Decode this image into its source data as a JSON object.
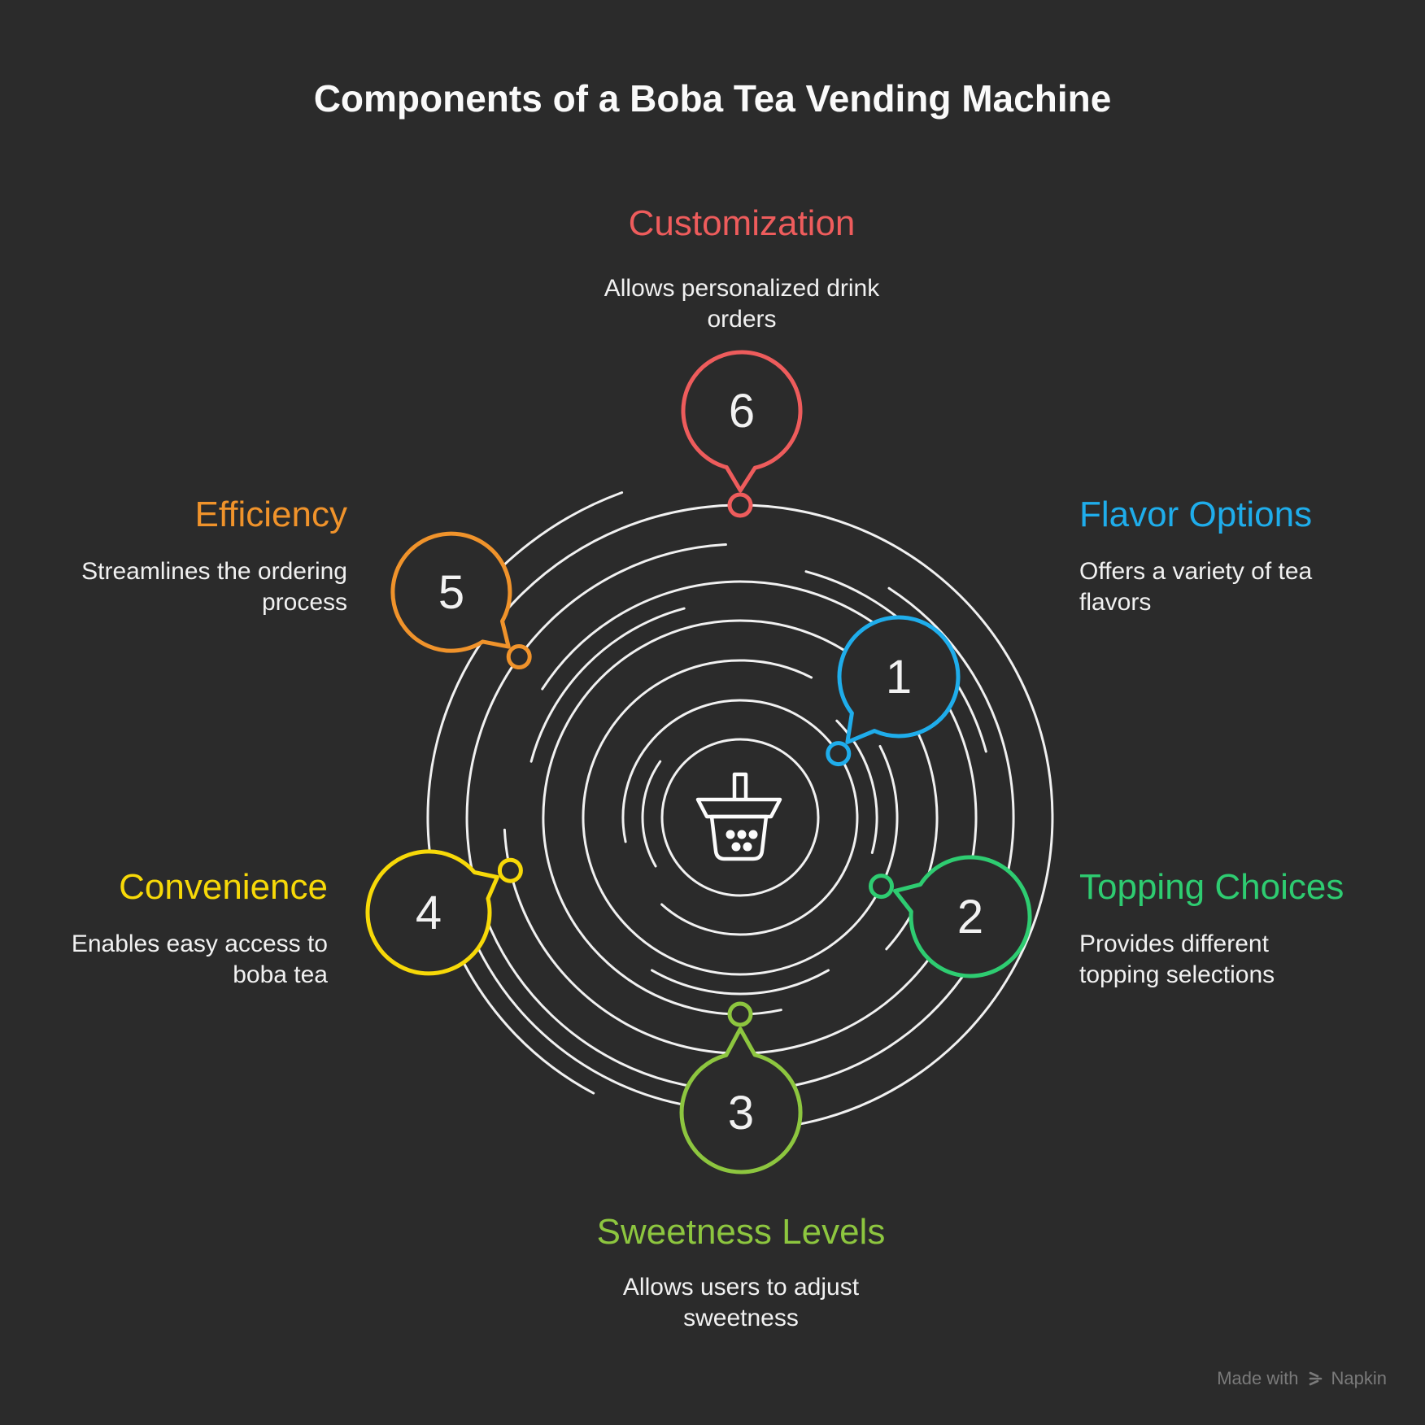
{
  "page": {
    "background_color": "#2b2b2b",
    "title": "Components of a Boba Tea Vending Machine",
    "line_color": "#FCFCFC",
    "number_text_color": "#F2F2F2"
  },
  "center_icon": "boba-tea-cup",
  "items": [
    {
      "number": "1",
      "label": "Flavor Options",
      "color": "#1FADEB",
      "description": "Offers a variety of tea flavors",
      "description_lines": [
        "Offers a variety of tea",
        "flavors"
      ]
    },
    {
      "number": "2",
      "label": "Topping Choices",
      "color": "#2ECC71",
      "description": "Provides different topping selections",
      "description_lines": [
        "Provides different",
        "topping selections"
      ]
    },
    {
      "number": "3",
      "label": "Sweetness Levels",
      "color": "#8DC63F",
      "description": "Allows users to adjust sweetness",
      "description_lines": [
        "Allows users to adjust",
        "sweetness"
      ]
    },
    {
      "number": "4",
      "label": "Convenience",
      "color": "#F7D908",
      "description": "Enables easy access to boba tea",
      "description_lines": [
        "Enables easy access to",
        "boba tea"
      ]
    },
    {
      "number": "5",
      "label": "Efficiency",
      "color": "#F0932B",
      "description": "Streamlines the ordering process",
      "description_lines": [
        "Streamlines the ordering",
        "process"
      ]
    },
    {
      "number": "6",
      "label": "Customization",
      "color": "#EE5C5C",
      "description": "Allows personalized drink orders",
      "description_lines": [
        "Allows personalized drink",
        "orders"
      ]
    }
  ],
  "watermark": {
    "prefix": "Made with",
    "brand": "Napkin",
    "color": "#7A7A7A"
  }
}
